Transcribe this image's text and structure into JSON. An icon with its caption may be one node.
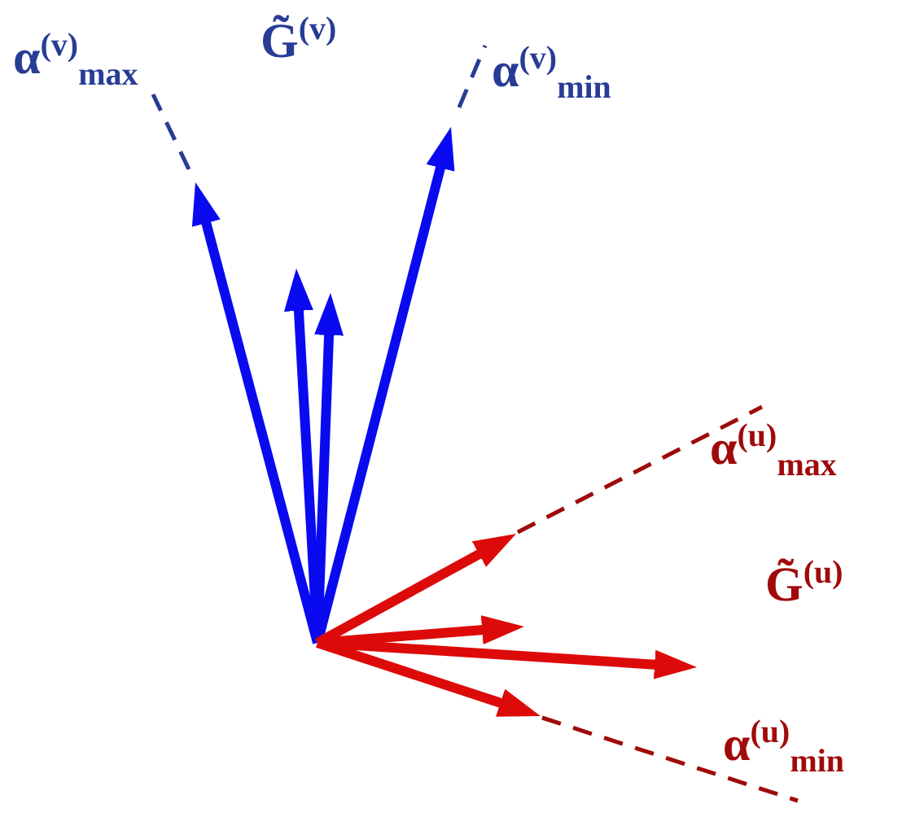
{
  "diagram": {
    "labels": [
      "α$^{(v)}$$_{max}$",
      "G̃$^{(v)}$",
      "α$^{(v)}$$_{min}$",
      "α$^{(u)}$$_{max}$",
      "G̃$^{(u)}$",
      "α$^{(u)}$$_{min}$"
    ]
  }
}
